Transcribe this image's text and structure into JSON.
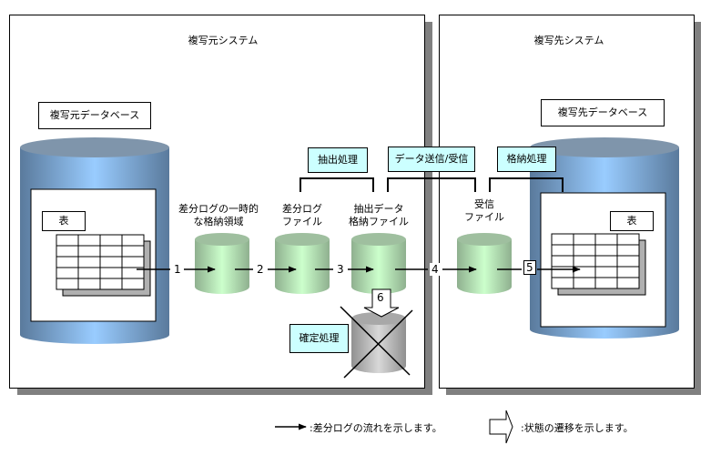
{
  "source_system": {
    "title": "複写元システム",
    "database_label": "複写元データベース",
    "table_label": "表"
  },
  "target_system": {
    "title": "複写先システム",
    "database_label": "複写先データベース",
    "table_label": "表"
  },
  "files": [
    {
      "caption_line1": "差分ログの一時的",
      "caption_line2": "な格納領域"
    },
    {
      "caption_line1": "差分ログ",
      "caption_line2": "ファイル"
    },
    {
      "caption_line1": "抽出データ",
      "caption_line2": "格納ファイル"
    },
    {
      "caption_line1": "受信",
      "caption_line2": "ファイル"
    }
  ],
  "processes": {
    "extract": "抽出処理",
    "transfer": "データ送信/受信",
    "store": "格納処理",
    "confirm": "確定処理"
  },
  "steps": [
    "1",
    "2",
    "3",
    "4",
    "5",
    "6"
  ],
  "legend": {
    "flow_arrow": ":差分ログの流れを示します。",
    "state_arrow": ":状態の遷移を示します。"
  },
  "colors": {
    "process_box": "#ccffff",
    "db_cylinder": "#99ccff",
    "file_cylinder": "#ccffcc",
    "deleted_cylinder": "#c0c0c0",
    "shadow": "#808080"
  }
}
